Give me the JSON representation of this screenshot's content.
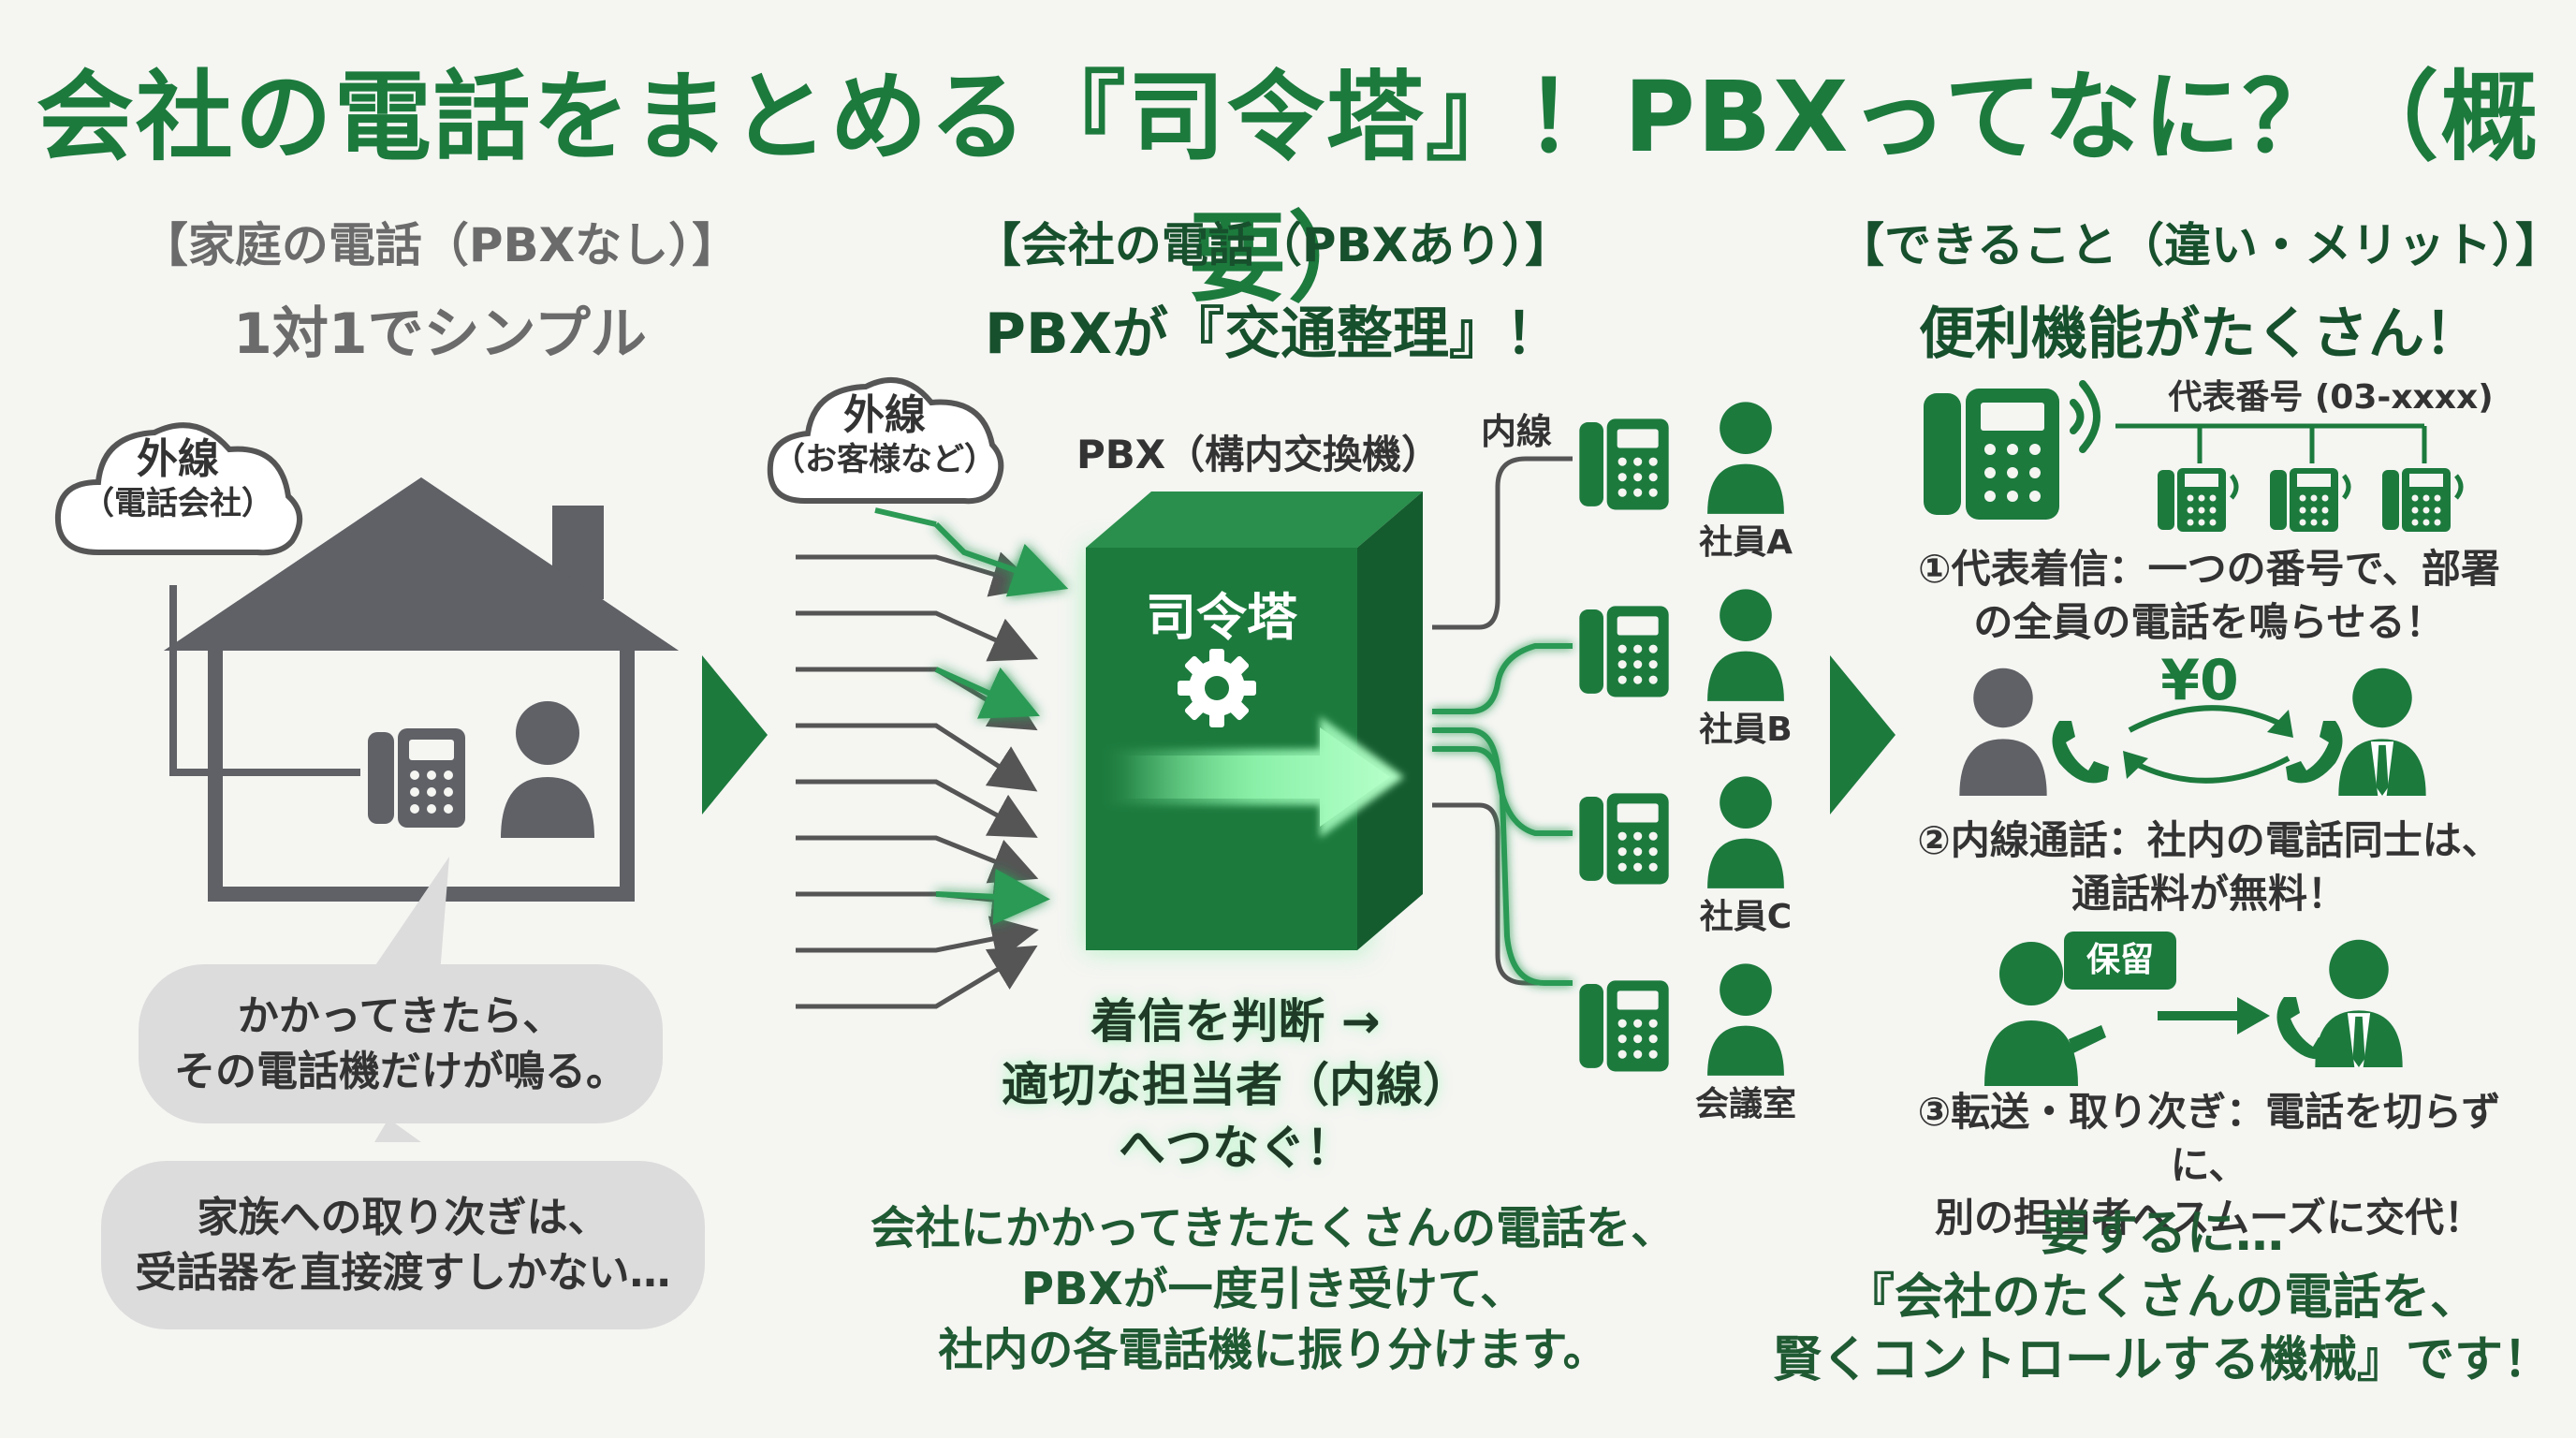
{
  "title": "会社の電話をまとめる『司令塔』！PBXってなに？（概要）",
  "left": {
    "heading": "【家庭の電話（PBXなし）】",
    "subheading": "1対1でシンプル",
    "cloud_line1": "外線",
    "cloud_line2": "（電話会社）",
    "bubble1_line1": "かかってきたら、",
    "bubble1_line2": "その電話機だけが鳴る。",
    "bubble2_line1": "家族への取り次ぎは、",
    "bubble2_line2": "受話器を直接渡すしかない…"
  },
  "middle": {
    "heading": "【会社の電話（PBXあり）】",
    "subheading": "PBXが『交通整理』！",
    "cloud_line1": "外線",
    "cloud_line2": "（お客様など）",
    "pbx_label": "PBX（構内交換機）",
    "box_label": "司令塔",
    "extension_label": "内線",
    "staff": [
      "社員A",
      "社員B",
      "社員C",
      "会議室"
    ],
    "decision_line1": "着信を判断 →",
    "decision_line2": "適切な担当者（内線）",
    "decision_line3": "へつなぐ！",
    "desc_line1": "会社にかかってきたたくさんの電話を、",
    "desc_line2": "PBXが一度引き受けて、",
    "desc_line3": "社内の各電話機に振り分けます。"
  },
  "right": {
    "heading": "【できること（違い・メリット）】",
    "subheading": "便利機能がたくさん！",
    "main_number": "代表番号 (03-xxxx)",
    "feature1_line1": "①代表着信：一つの番号で、部署",
    "feature1_line2": "の全員の電話を鳴らせる！",
    "free_label": "¥0",
    "feature2_line1": "②内線通話：社内の電話同士は、",
    "feature2_line2": "通話料が無料！",
    "hold_label": "保留",
    "feature3_line1": "③転送・取り次ぎ：電話を切らずに、",
    "feature3_line2": "別の担当者へスムーズに交代！",
    "summary_line1": "要するに…",
    "summary_line2": "『会社のたくさんの電話を、",
    "summary_line3": "賢くコントロールする機械』です！"
  },
  "colors": {
    "brand_green": "#1c7a3d",
    "glow_green": "#7ff0a0",
    "house_gray": "#5f6166",
    "bubble_gray": "#dcdcdc",
    "background": "#f5f5f2"
  }
}
